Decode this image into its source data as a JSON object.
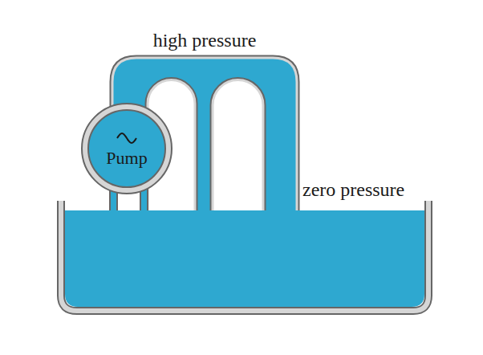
{
  "diagram": {
    "nodes": [
      {
        "text": [
          "Pump"
        ]
      }
    ],
    "labels": [
      "high pressure",
      "zero pressure"
    ]
  }
}
